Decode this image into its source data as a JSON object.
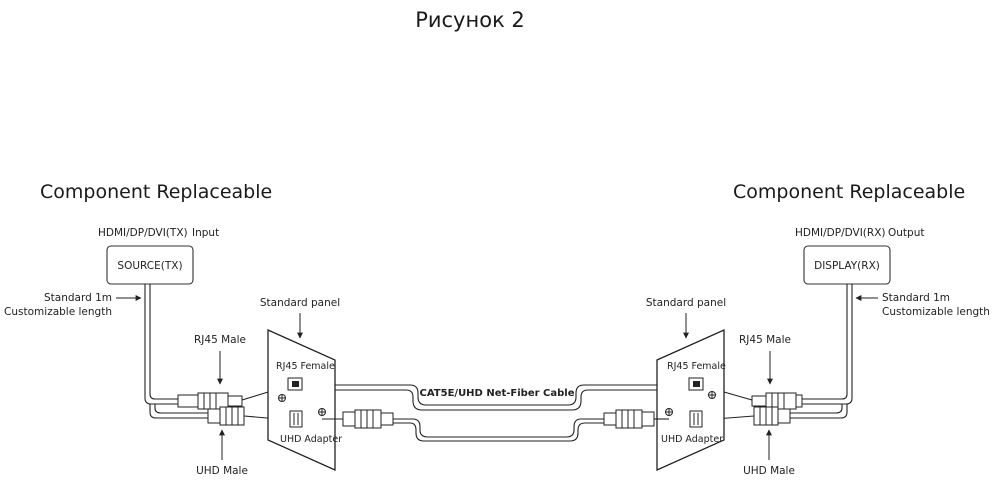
{
  "title": "Рисунок 2",
  "left": {
    "heading": "Component Replaceable",
    "port_label": "HDMI/DP/DVI(TX)",
    "port_role": "Input",
    "device": "SOURCE(TX)",
    "cable_note_1": "Standard 1m",
    "cable_note_2": "Customizable length",
    "panel_label": "Standard panel",
    "rj45_male": "RJ45 Male",
    "rj45_female": "RJ45 Female",
    "uhd_adapter": "UHD Adapter",
    "uhd_male": "UHD Male"
  },
  "right": {
    "heading": "Component Replaceable",
    "port_label": "HDMI/DP/DVI(RX)",
    "port_role": "Output",
    "device": "DISPLAY(RX)",
    "cable_note_1": "Standard 1m",
    "cable_note_2": "Customizable length",
    "panel_label": "Standard panel",
    "rj45_male": "RJ45 Male",
    "rj45_female": "RJ45 Female",
    "uhd_adapter": "UHD Adapter",
    "uhd_male": "UHD Male"
  },
  "cable_label": "CAT5E/UHD Net-Fiber Cable"
}
